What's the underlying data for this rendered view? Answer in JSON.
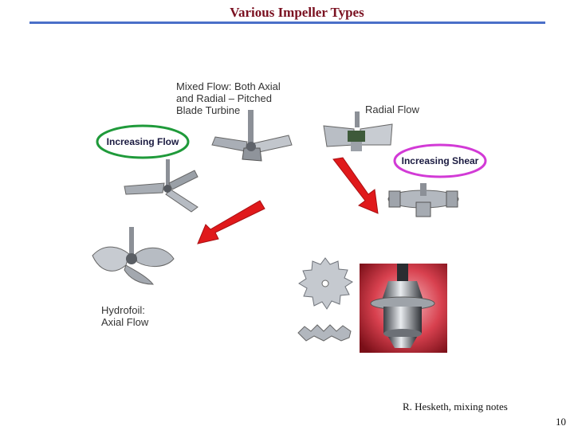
{
  "slide": {
    "title": "Various Impeller Types",
    "labels": {
      "mixed_flow": "Mixed Flow:  Both Axial\nand Radial – Pitched\nBlade Turbine",
      "radial_flow": "Radial Flow",
      "hydrofoil": "Hydrofoil:\nAxial Flow"
    },
    "callouts": {
      "increasing_flow": "Increasing Flow",
      "increasing_shear": "Increasing Shear"
    },
    "footer": {
      "credit": "R. Hesketh, mixing notes",
      "page_number": "10"
    },
    "colors": {
      "title": "#7a1020",
      "rule": "#4a6fc8",
      "arrow": "#e0191b",
      "flow_oval": "#1f9a3a",
      "shear_oval": "#d23ad6"
    }
  }
}
